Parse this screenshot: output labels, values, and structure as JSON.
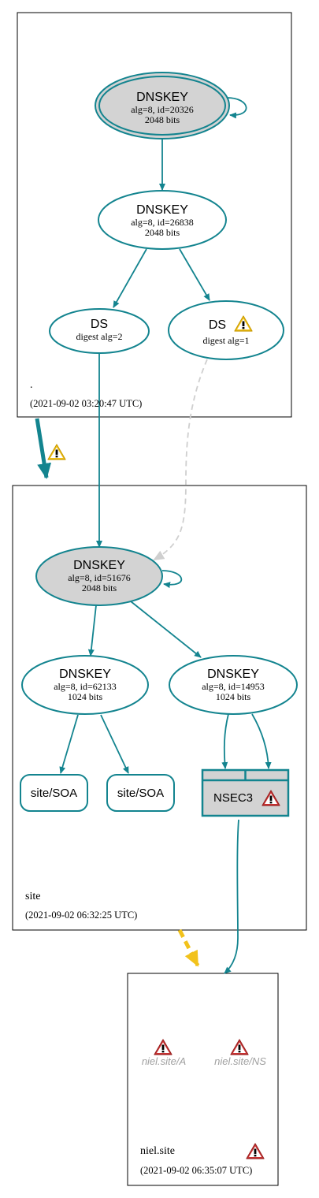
{
  "colors": {
    "teal": "#13848f",
    "gray_fill": "#d3d3d3",
    "warning_yellow": "#f2c21b",
    "error_red": "#cc3333",
    "dashed_gray": "#cfcfcf",
    "ghost_text": "#a0a0a0"
  },
  "zones": {
    "root": {
      "name": ".",
      "timestamp": "(2021-09-02 03:20:47 UTC)"
    },
    "site": {
      "name": "site",
      "timestamp": "(2021-09-02 06:32:25 UTC)"
    },
    "niel": {
      "name": "niel.site",
      "timestamp": "(2021-09-02 06:35:07 UTC)"
    }
  },
  "nodes": {
    "root_ksk": {
      "title": "DNSKEY",
      "line1": "alg=8, id=20326",
      "line2": "2048 bits"
    },
    "root_zsk": {
      "title": "DNSKEY",
      "line1": "alg=8, id=26838",
      "line2": "2048 bits"
    },
    "ds_alg2": {
      "title": "DS",
      "line1": "digest alg=2"
    },
    "ds_alg1": {
      "title": "DS",
      "line1": "digest alg=1",
      "status_icon": "warning-icon"
    },
    "site_ksk": {
      "title": "DNSKEY",
      "line1": "alg=8, id=51676",
      "line2": "2048 bits"
    },
    "site_zsk1": {
      "title": "DNSKEY",
      "line1": "alg=8, id=62133",
      "line2": "1024 bits"
    },
    "site_zsk2": {
      "title": "DNSKEY",
      "line1": "alg=8, id=14953",
      "line2": "1024 bits"
    },
    "soa1": {
      "label": "site/SOA"
    },
    "soa2": {
      "label": "site/SOA"
    },
    "nsec3": {
      "label": "NSEC3",
      "status_icon": "error-icon"
    },
    "niel_a": {
      "label": "niel.site/A",
      "status_icon": "error-icon"
    },
    "niel_ns": {
      "label": "niel.site/NS",
      "status_icon": "error-icon"
    }
  },
  "delegation_icons": {
    "root_to_site": "warning-icon",
    "niel_zone": "error-icon"
  }
}
